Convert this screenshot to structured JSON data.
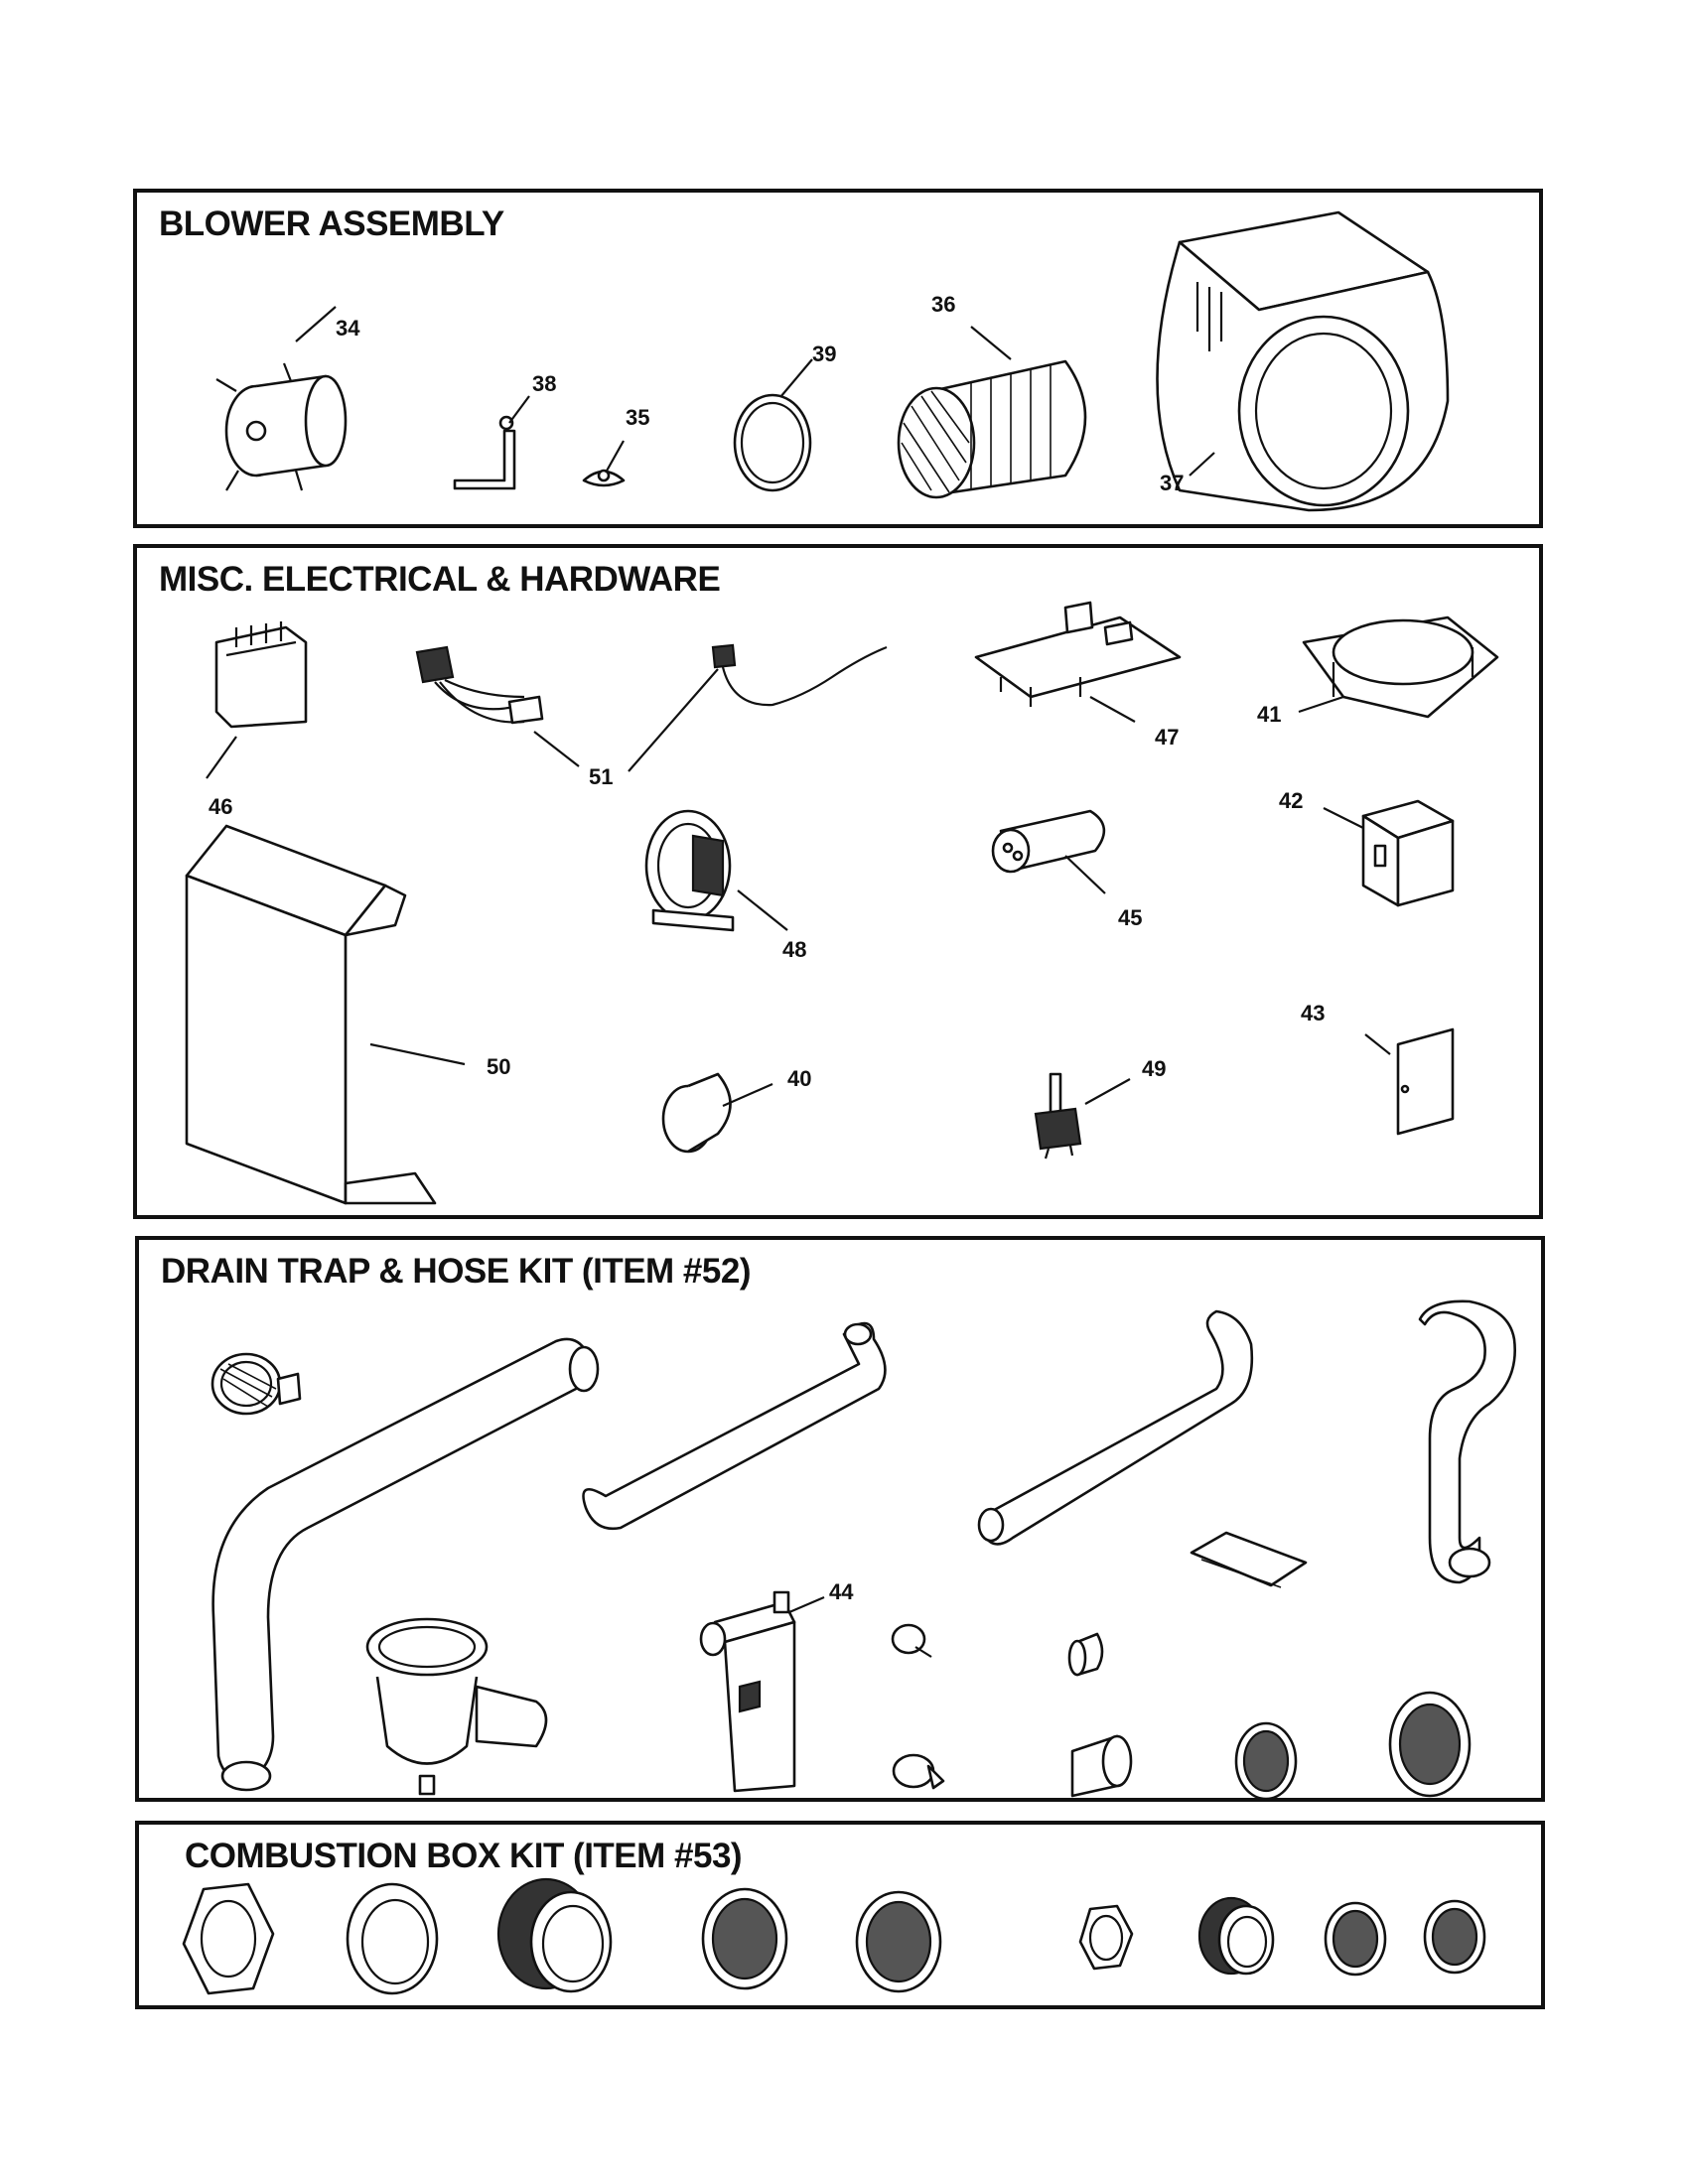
{
  "panels": {
    "blower": {
      "title": "BLOWER ASSEMBLY",
      "labels": {
        "p34": "34",
        "p38": "38",
        "p35": "35",
        "p39": "39",
        "p36": "36",
        "p37": "37"
      }
    },
    "misc": {
      "title": "MISC. ELECTRICAL & HARDWARE",
      "labels": {
        "p46": "46",
        "p51": "51",
        "p47": "47",
        "p41": "41",
        "p50": "50",
        "p48": "48",
        "p45": "45",
        "p42": "42",
        "p43": "43",
        "p40": "40",
        "p49": "49"
      }
    },
    "drain": {
      "title": "DRAIN TRAP & HOSE KIT (ITEM #52)",
      "labels": {
        "p44": "44"
      }
    },
    "combustion": {
      "title": "COMBUSTION BOX KIT (ITEM #53)"
    }
  }
}
